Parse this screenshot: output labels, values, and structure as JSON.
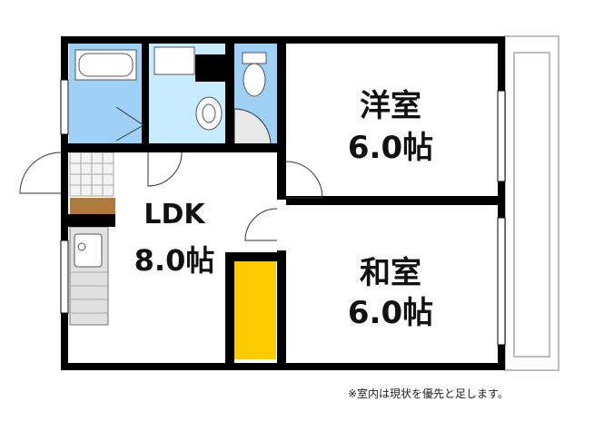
{
  "rooms": {
    "western": {
      "name": "洋室",
      "size": "6.0帖"
    },
    "japanese": {
      "name": "和室",
      "size": "6.0帖"
    },
    "ldk": {
      "name": "LDK",
      "size": "8.0帖"
    }
  },
  "note": "※室内は現状を優先と足します。",
  "colors": {
    "wall": "#000000",
    "wet_area": "#9fd0f5",
    "closet": "#ffcc00",
    "floor_wood": "#b07a3a",
    "balcony_outline": "#bdbdbd",
    "door_arc": "#333333"
  }
}
